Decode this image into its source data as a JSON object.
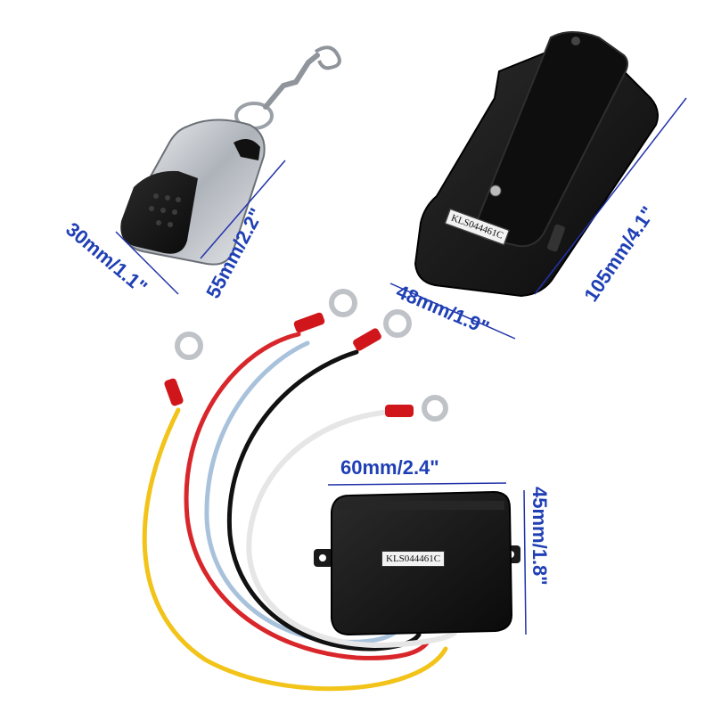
{
  "colors": {
    "dimension_text": "#1f3fb5",
    "dimension_line": "#2233aa",
    "device_body": "#151515",
    "chrome": "#cfd3d8",
    "wire_yellow": "#f2c318",
    "wire_red": "#d8262b",
    "wire_blue": "#a9c2dc",
    "wire_black": "#111111",
    "wire_white": "#f4f4f4",
    "terminal_red": "#d0161b"
  },
  "dimensions": {
    "remote_width": "30mm/1.1\"",
    "remote_height": "55mm/2.2\"",
    "receiver_width": "48mm/1.9\"",
    "receiver_height": "105mm/4.1\"",
    "module_width": "60mm/2.4\"",
    "module_height": "45mm/1.8\""
  },
  "labels": {
    "receiver_model": "KLS044461C",
    "module_model": "KLS044461C"
  }
}
